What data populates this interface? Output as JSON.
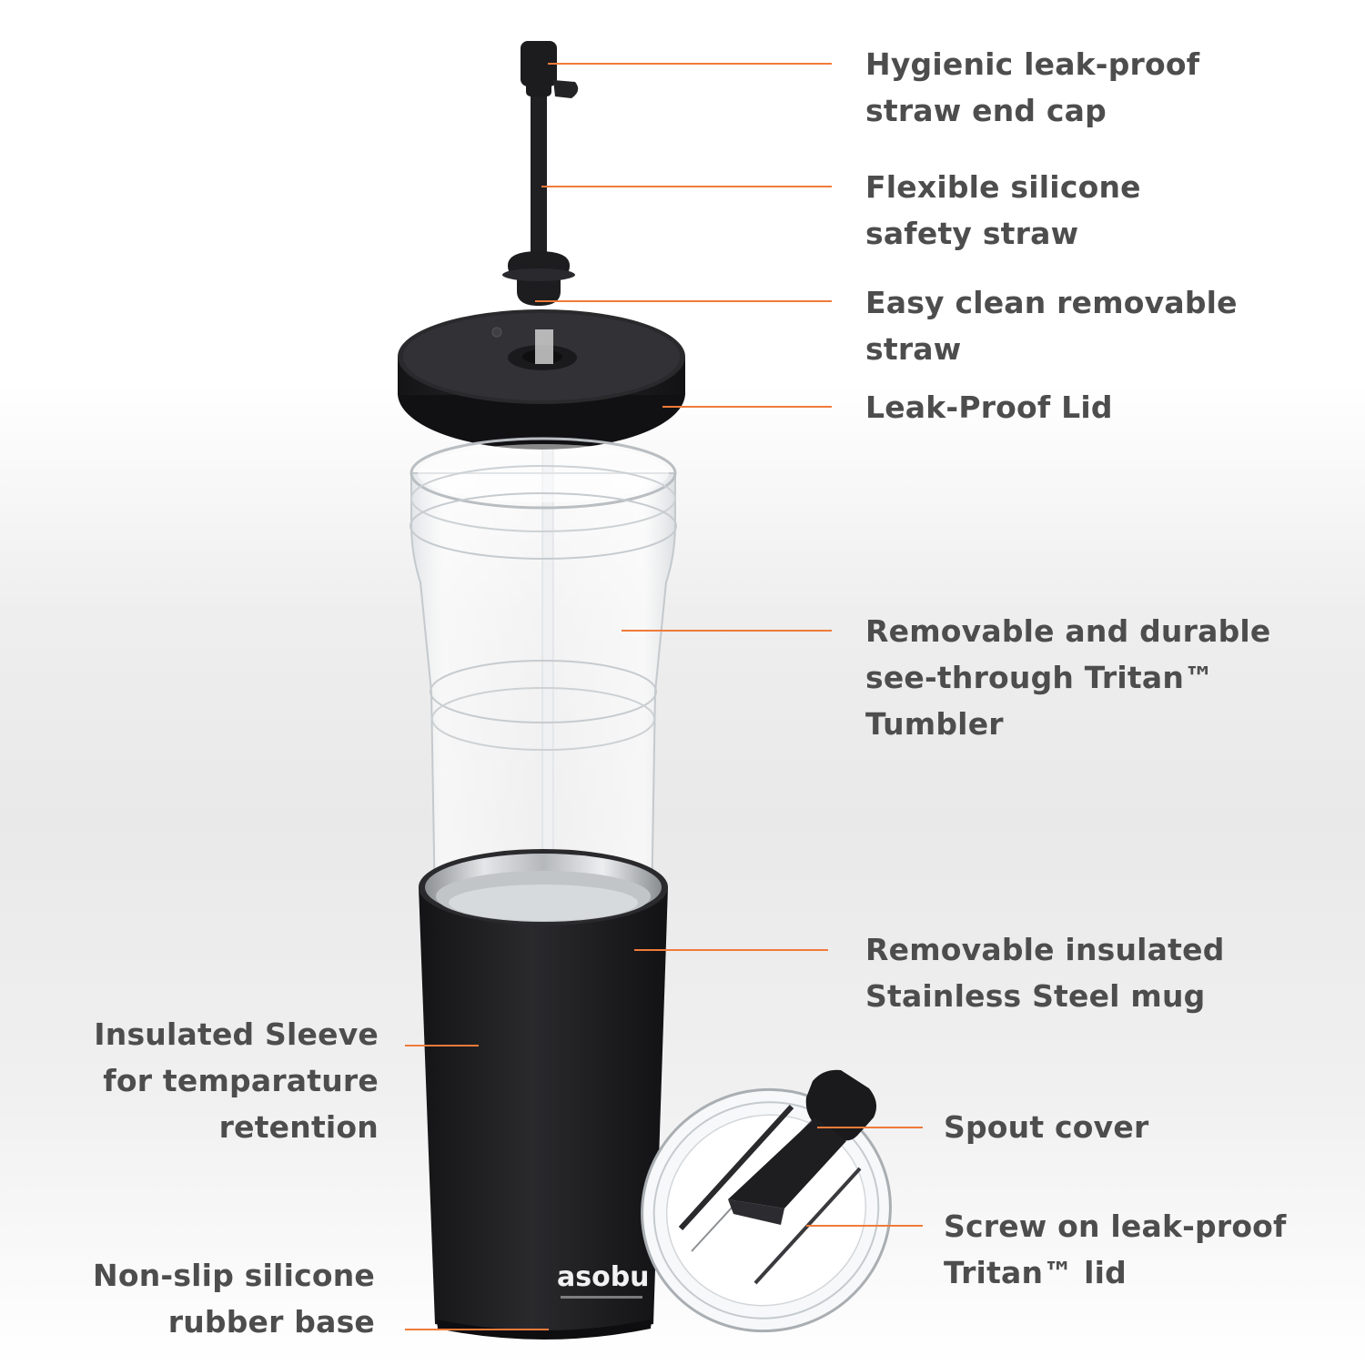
{
  "colors": {
    "leader_line": "#f07b3a",
    "label_text": "#4d4d4d",
    "black_part": "#1c1c1e",
    "steel": "#c9ccce",
    "clear_plastic": "#f5f7f8"
  },
  "brand": {
    "logo_text": "asobu"
  },
  "callouts": {
    "end_cap": [
      "Hygienic leak-proof",
      "straw end cap"
    ],
    "silicone_straw": [
      "Flexible silicone",
      "safety straw"
    ],
    "removable_straw": [
      "Easy clean removable",
      "straw"
    ],
    "lid": [
      "Leak-Proof Lid"
    ],
    "tumbler": [
      "Removable and durable",
      "see-through Tritan™",
      "Tumbler"
    ],
    "steel_mug": [
      "Removable insulated",
      "Stainless Steel mug"
    ],
    "sleeve": [
      "Insulated Sleeve",
      "for temparature",
      "retention"
    ],
    "spout_cover": [
      "Spout cover"
    ],
    "screw_lid": [
      "Screw on leak-proof",
      "Tritan™ lid"
    ],
    "base": [
      "Non-slip silicone",
      "rubber base"
    ]
  }
}
